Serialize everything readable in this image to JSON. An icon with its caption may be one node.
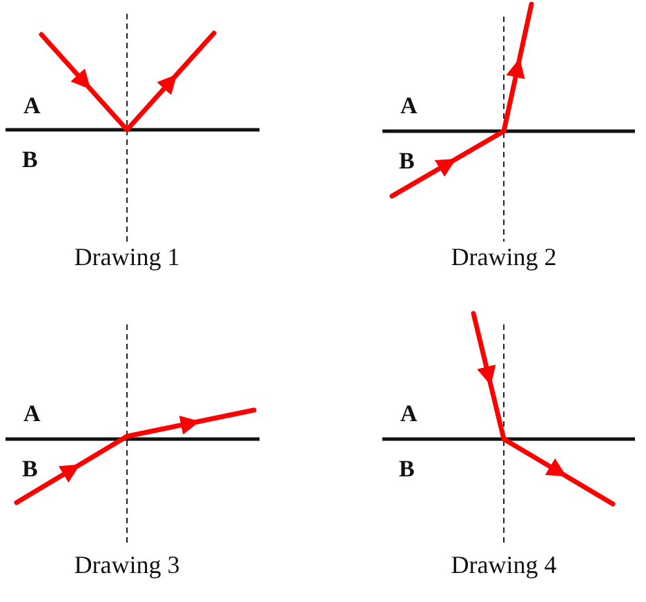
{
  "diagram": {
    "labels": [
      "A",
      "B",
      "Drawing 1",
      "A",
      "B",
      "Drawing 2",
      "A",
      "B",
      "Drawing 3",
      "A",
      "B",
      "Drawing 4"
    ]
  }
}
